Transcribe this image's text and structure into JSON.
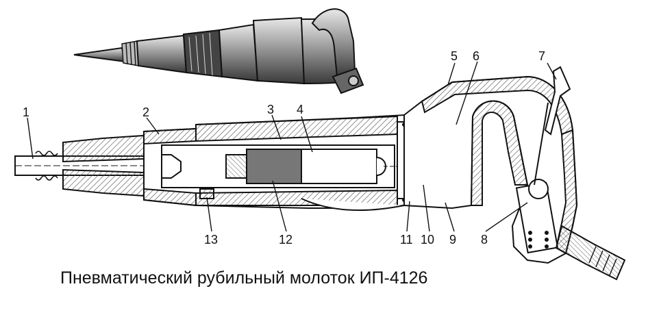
{
  "caption": "Пневматический рубильный молоток ИП-4126",
  "callouts": [
    {
      "id": "c1",
      "text": "1"
    },
    {
      "id": "c2",
      "text": "2"
    },
    {
      "id": "c3",
      "text": "3"
    },
    {
      "id": "c4",
      "text": "4"
    },
    {
      "id": "c5",
      "text": "5"
    },
    {
      "id": "c6",
      "text": "6"
    },
    {
      "id": "c7",
      "text": "7"
    },
    {
      "id": "c8",
      "text": "8"
    },
    {
      "id": "c9",
      "text": "9"
    },
    {
      "id": "c10",
      "text": "10"
    },
    {
      "id": "c11",
      "text": "11"
    },
    {
      "id": "c12",
      "text": "12"
    },
    {
      "id": "c13",
      "text": "13"
    }
  ],
  "colors": {
    "ink": "#111111",
    "hatch": "#555555",
    "shade": "#7a7a7a"
  }
}
